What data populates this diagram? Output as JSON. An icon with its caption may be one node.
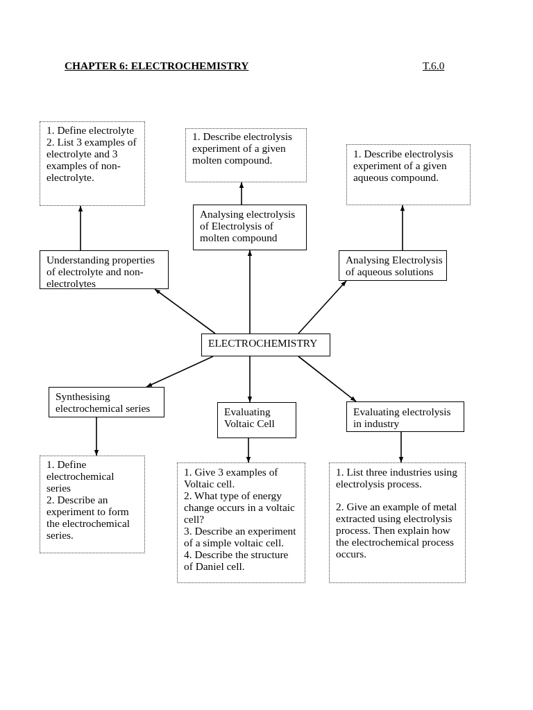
{
  "diagram": {
    "title": "CHAPTER 6: ELECTROCHEMISTRY",
    "nodes": [
      {
        "text": [
          "1. Define electrolyte",
          "2. List 3 examples of electrolyte and 3 examples of non-electrolyte."
        ]
      },
      {
        "text": [
          "1. Describe electrolysis experiment of a given molten compound."
        ]
      },
      {
        "text": [
          "1. Describe electrolysis experiment of a given aqueous compound."
        ]
      },
      {
        "text": [
          "Analysing electrolysis of Electrolysis of molten compound"
        ]
      },
      {
        "text": [
          "Understanding properties of electrolyte and non-electrolytes"
        ]
      },
      {
        "text": [
          "Analysing Electrolysis of aqueous solutions"
        ]
      },
      {
        "text": [
          "ELECTROCHEMISTRY"
        ]
      },
      {
        "text": [
          "Synthesising electrochemical series"
        ]
      },
      {
        "text": [
          "Evaluating Voltaic Cell"
        ]
      },
      {
        "text": [
          "Evaluating electrolysis in industry"
        ]
      },
      {
        "text": [
          "1. Define electrochemical series",
          "2. Describe an experiment to form the electrochemical series."
        ]
      },
      {
        "text": [
          "1. Give 3 examples of Voltaic cell.",
          "2. What type of energy change occurs in a voltaic cell?",
          "3. Describe an experiment of a simple voltaic cell.",
          "4. Describe the structure of Daniel cell."
        ]
      },
      {
        "text": [
          "1. List three industries using electrolysis process.",
          "2. Give an example of metal extracted using electrolysis process. Then explain how the electrochemical process occurs."
        ]
      }
    ],
    "edges": [
      {
        "from": 4,
        "to": 0,
        "arrow": "to"
      },
      {
        "from": 3,
        "to": 1,
        "arrow": "to"
      },
      {
        "from": 5,
        "to": 2,
        "arrow": "to"
      },
      {
        "from": 6,
        "to": 4,
        "arrow": "to"
      },
      {
        "from": 6,
        "to": 3,
        "arrow": "to"
      },
      {
        "from": 6,
        "to": 5,
        "arrow": "to"
      },
      {
        "from": 6,
        "to": 7,
        "arrow": "to"
      },
      {
        "from": 6,
        "to": 8,
        "arrow": "to"
      },
      {
        "from": 6,
        "to": 9,
        "arrow": "to"
      },
      {
        "from": 7,
        "to": 10,
        "arrow": "to"
      },
      {
        "from": 8,
        "to": 11,
        "arrow": "to"
      },
      {
        "from": 9,
        "to": 12,
        "arrow": "to"
      }
    ],
    "labels": [
      "T.6.0"
    ]
  }
}
